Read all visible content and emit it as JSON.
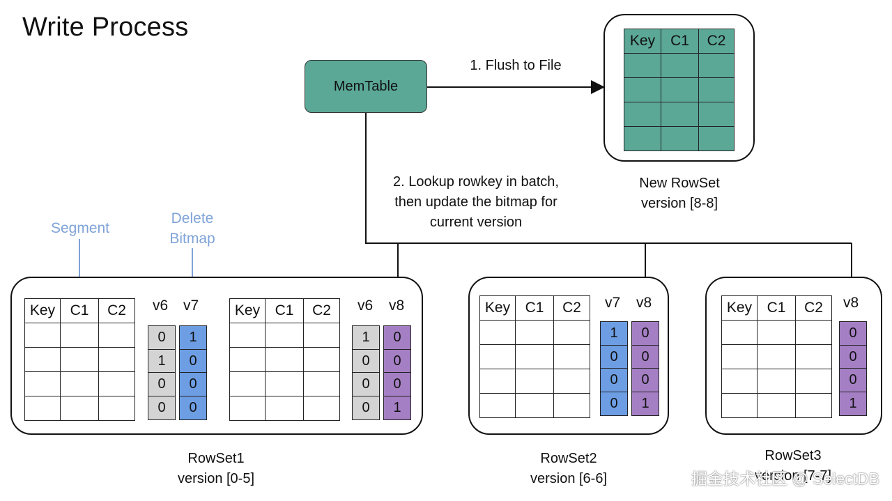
{
  "title": "Write Process",
  "memtable": "MemTable",
  "step1": "1. Flush to File",
  "step2": [
    "2. Lookup rowkey in batch,",
    "then update the bitmap for",
    "current version"
  ],
  "headers": [
    "Key",
    "C1",
    "C2"
  ],
  "annotations": {
    "segment": "Segment",
    "delete_bitmap": [
      "Delete",
      "Bitmap"
    ]
  },
  "new_rowset": {
    "name": "New RowSet",
    "version": "version [8-8]"
  },
  "rowset1": {
    "name": "RowSet1",
    "version": "version [0-5]",
    "segment1": {
      "labels": [
        "v6",
        "v7"
      ],
      "v6": [
        "0",
        "1",
        "0",
        "0"
      ],
      "v7": [
        "1",
        "0",
        "0",
        "0"
      ]
    },
    "segment2": {
      "labels": [
        "v6",
        "v8"
      ],
      "v6": [
        "1",
        "0",
        "0",
        "0"
      ],
      "v8": [
        "0",
        "0",
        "0",
        "1"
      ]
    }
  },
  "rowset2": {
    "name": "RowSet2",
    "version": "version [6-6]",
    "labels": [
      "v7",
      "v8"
    ],
    "v7": [
      "1",
      "0",
      "0",
      "0"
    ],
    "v8": [
      "0",
      "0",
      "0",
      "1"
    ]
  },
  "rowset3": {
    "name": "RowSet3",
    "version": "version [7-7]",
    "labels": [
      "v8"
    ],
    "v8": [
      "0",
      "0",
      "0",
      "1"
    ]
  },
  "watermark": "掘金技术社区 @ SelectDB",
  "colors": {
    "teal": "#5ba897",
    "gray": "#d4d4d4",
    "blue": "#6d9ee4",
    "purple": "#a57fc4",
    "annotation": "#7fa3d8"
  }
}
